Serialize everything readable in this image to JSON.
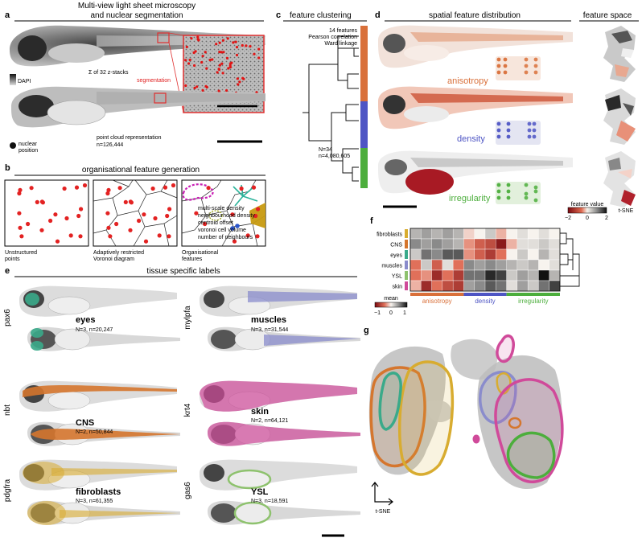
{
  "panels": {
    "a": {
      "label": "a",
      "title_line1": "Multi-view light sheet microscopy",
      "title_line2": "and nuclear segmentation",
      "dapi": "DAPI",
      "zstacks": "Σ of 32 z-stacks",
      "segmentation": "segmentation",
      "nuclear_line1": "nuclear",
      "nuclear_line2": "position",
      "pointcloud": "point cloud representation",
      "n": "n=126,444"
    },
    "b": {
      "label": "b",
      "title": "organisational feature generation",
      "box1_line1": "Unstructured",
      "box1_line2": "points",
      "box2_line1": "Adaptively restricted",
      "box2_line2": "Voronoi diagram",
      "box3_line1": "Organisational",
      "box3_line2": "features",
      "features": [
        {
          "text": "multi-scale density",
          "color": "#c81fb4"
        },
        {
          "text": "neighbourhood density",
          "color": "#2ab39a"
        },
        {
          "text": "centroid offset",
          "color": "#2a55cc"
        },
        {
          "text": "voronoi cell volume",
          "color": "#d8a400"
        },
        {
          "text": "number of neighbours",
          "color": "#9aa51a"
        }
      ]
    },
    "c": {
      "label": "c",
      "title": "feature clustering",
      "line1": "14 features",
      "line2": "Pearson correlation",
      "line3": "Ward linkage",
      "n_line1": "N=34",
      "n_line2": "n=4,080,605"
    },
    "d": {
      "label": "d",
      "title": "spatial feature distribution",
      "title2": "feature space",
      "rows": [
        {
          "name": "anisotropy",
          "color": "#d9703a"
        },
        {
          "name": "density",
          "color": "#4e55c4"
        },
        {
          "name": "irregularity",
          "color": "#4cae3c"
        }
      ],
      "colorbar_title": "feature value",
      "colorbar_ticks": [
        "−2",
        "0",
        "2"
      ],
      "tsne": "t-SNE"
    },
    "e": {
      "label": "e",
      "title": "tissue specific labels",
      "tissues": [
        {
          "gene": "pax6",
          "name": "eyes",
          "n": "N=3, n=20,247",
          "color": "#3aaa8a"
        },
        {
          "gene": "nbt",
          "name": "CNS",
          "n": "N=2, n=50,844",
          "color": "#d5762e"
        },
        {
          "gene": "pdgfra",
          "name": "fibroblasts",
          "n": "N=3, n=61,355",
          "color": "#d8ac30"
        },
        {
          "gene": "mylpfa",
          "name": "muscles",
          "n": "N=3, n=31,544",
          "color": "#8a8ccc"
        },
        {
          "gene": "krt4",
          "name": "skin",
          "n": "N=2, n=64,121",
          "color": "#d04a9a"
        },
        {
          "gene": "gas6",
          "name": "YSL",
          "n": "N=3, n=18,591",
          "color": "#8ec26e"
        }
      ]
    },
    "f": {
      "label": "f",
      "rows": [
        "fibroblasts",
        "CNS",
        "eyes",
        "muscles",
        "YSL",
        "skin"
      ],
      "row_colors": [
        "#d8ac30",
        "#d5762e",
        "#3aaa8a",
        "#8a8ccc",
        "#8ec26e",
        "#d04a9a"
      ],
      "groups": [
        {
          "name": "anisotropy",
          "color": "#d9703a"
        },
        {
          "name": "density",
          "color": "#4e55c4"
        },
        {
          "name": "irregularity",
          "color": "#4cae3c"
        }
      ],
      "mean_label": "mean",
      "mean_ticks": [
        "−1",
        "0",
        "1"
      ],
      "matrix": [
        [
          0.3,
          0.4,
          0.3,
          0.4,
          0.3,
          -0.1,
          0.0,
          0.2,
          -0.2,
          0.0,
          0.1,
          0.0,
          0.1,
          0.0
        ],
        [
          0.5,
          0.4,
          0.5,
          0.4,
          0.3,
          -0.3,
          -0.5,
          -0.6,
          -0.9,
          -0.2,
          0.1,
          0.1,
          0.2,
          0.1
        ],
        [
          0.2,
          0.6,
          0.5,
          0.7,
          0.7,
          -0.3,
          -0.5,
          -0.7,
          -0.4,
          0.0,
          0.2,
          0.0,
          0.3,
          0.1
        ],
        [
          -0.4,
          0.2,
          -0.5,
          0.1,
          -0.4,
          0.5,
          0.4,
          0.5,
          0.4,
          0.3,
          0.2,
          0.3,
          0.0,
          0.1
        ],
        [
          -0.4,
          -0.3,
          -0.8,
          -0.4,
          -0.7,
          0.6,
          0.6,
          0.9,
          0.8,
          0.2,
          0.4,
          0.3,
          1.0,
          0.3
        ],
        [
          -0.2,
          -0.8,
          -0.4,
          -0.6,
          -0.7,
          0.4,
          0.5,
          0.7,
          0.6,
          0.1,
          0.4,
          0.2,
          0.6,
          0.8
        ]
      ]
    },
    "g": {
      "label": "g",
      "axis_label": "t-SNE"
    }
  }
}
